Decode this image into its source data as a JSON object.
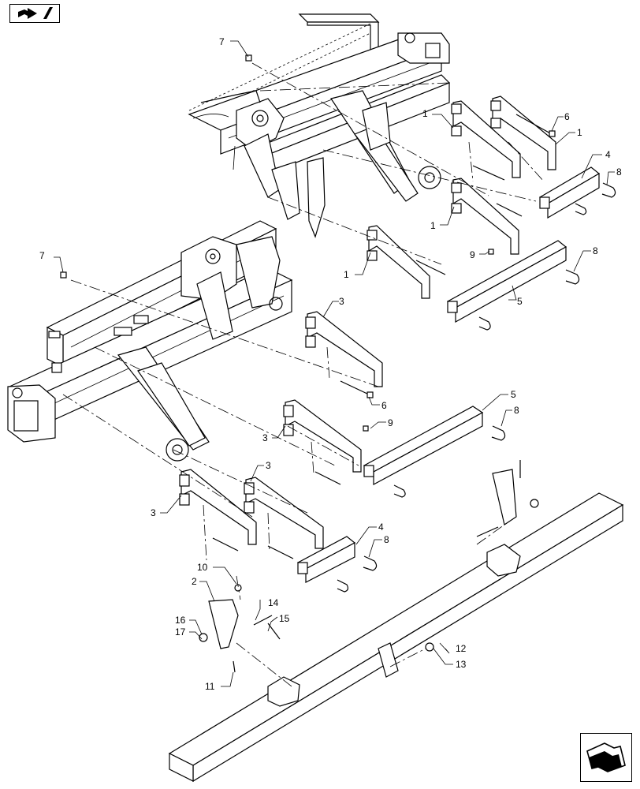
{
  "nav": {
    "top_left_icon": "book-arrow-icon",
    "bottom_right_icon": "next-page-arrow-icon"
  },
  "callouts": [
    "1",
    "1",
    "1",
    "1",
    "2",
    "3",
    "3",
    "3",
    "3",
    "4",
    "4",
    "5",
    "5",
    "6",
    "6",
    "7",
    "7",
    "8",
    "8",
    "8",
    "8",
    "9",
    "9",
    "10",
    "11",
    "12",
    "13",
    "14",
    "15",
    "16",
    "17"
  ]
}
